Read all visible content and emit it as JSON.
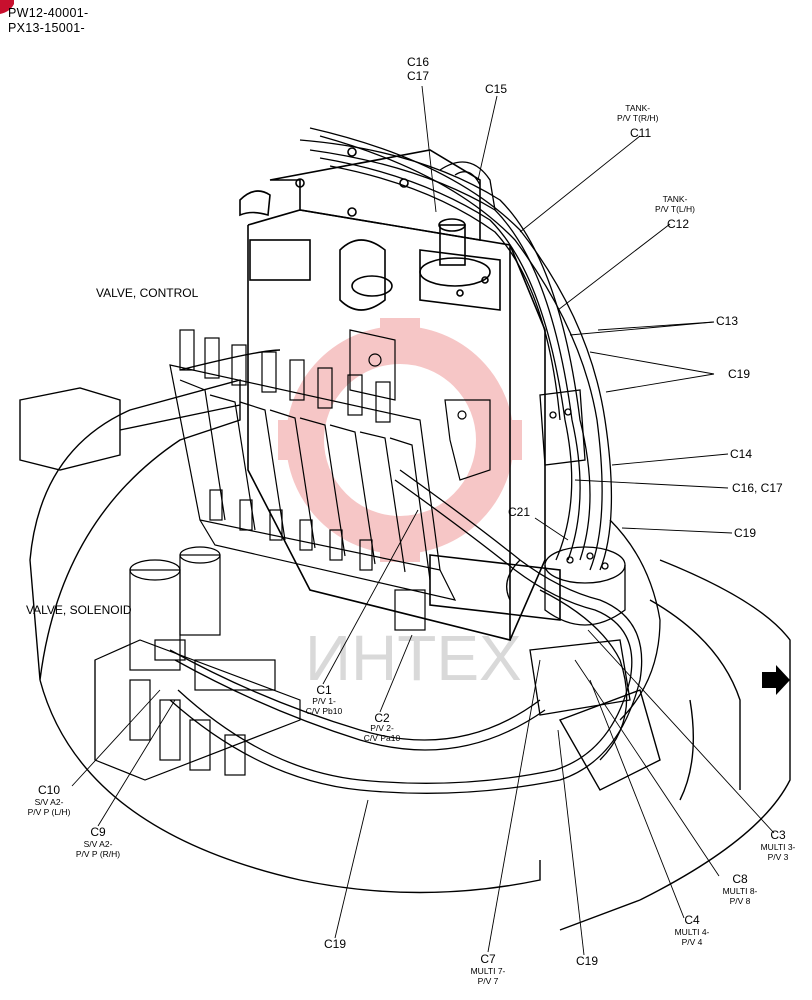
{
  "header": {
    "line1": "PW12-40001-",
    "line2": "PX13-15001-"
  },
  "components": {
    "valve_control": "VALVE, CONTROL",
    "valve_solenoid": "VALVE, SOLENOID"
  },
  "watermark": "ИНТЕХ",
  "callouts": {
    "c16c17_top": "C16\nC17",
    "c15": "C15",
    "c11": {
      "desc": "TANK-\nP/V T(R/H)",
      "code": "C11"
    },
    "c12": {
      "desc": "TANK-\nP/V T(L/H)",
      "code": "C12"
    },
    "c13": "C13",
    "c19_right": "C19",
    "c14": "C14",
    "c16c17_right": "C16, C17",
    "c21": "C21",
    "c19_mid": "C19",
    "c1": {
      "code": "C1",
      "desc": "P/V 1-\nC/V Pb10"
    },
    "c2": {
      "code": "C2",
      "desc": "P/V 2-\nC/V Pa10"
    },
    "c10": {
      "code": "C10",
      "desc": "S/V A2-\nP/V P (L/H)"
    },
    "c9": {
      "code": "C9",
      "desc": "S/V A2-\nP/V P (R/H)"
    },
    "c19_bl": "C19",
    "c7": {
      "code": "C7",
      "desc": "MULTI 7-\nP/V 7"
    },
    "c19_bm": "C19",
    "c4": {
      "code": "C4",
      "desc": "MULTI 4-\nP/V 4"
    },
    "c8": {
      "code": "C8",
      "desc": "MULTI 8-\nP/V 8"
    },
    "c3": {
      "code": "C3",
      "desc": "MULTI 3-\nP/V 3"
    }
  }
}
